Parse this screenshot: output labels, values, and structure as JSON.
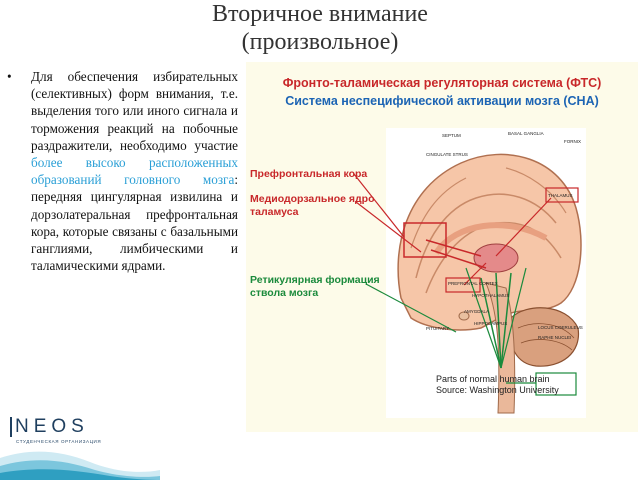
{
  "slide": {
    "title_line1": "Вторичное внимание",
    "title_line2": "(произвольное)",
    "bullet": "•",
    "text_before": "Для обеспечения избирательных (селективных) форм внимания, т.е. выделения того или иного сигнала и торможения реакций на побочные раздражители, необходимо участие ",
    "text_highlight": "более высоко расположенных образований головного мозга",
    "text_after": ": передняя цингулярная извилина и дорзолатеральная префронтальная кора, которые связаны с базальными ганглиями, лимбическими и таламическими ядрами.",
    "highlight_color": "#2a9fd6"
  },
  "figure": {
    "heading_1": "Фронто-таламическая регуляторная система (ФТС)",
    "heading_2": "Система неспецифической активации мозга (СНА)",
    "label_prefrontal": "Префронтальная кора",
    "label_mediodorsal": "Медиодорзальное ядро таламуса",
    "label_reticular": "Ретикулярная формация ствола мозга",
    "small_labels": {
      "septum": "SEPTUM",
      "basal_ganglia": "BASAL GANGLIA",
      "fornix": "FORNIX",
      "cingulate": "CINGULATE STRUS",
      "thalamus": "THALAMUS",
      "prefrontal_cortex": "PREFRONTAL CORTEX",
      "hypothalamus": "HYPOTHALAMUS",
      "amygdala": "AMYGDALA",
      "hippocampus": "HIPPOCAMPUS",
      "pituitary": "PITUITARY",
      "locus": "LOCUS COERULEUS",
      "raphe": "RAPHE NUCLEI"
    },
    "caption_line1": "Parts of normal human brain",
    "caption_line2": "Source: Washington University",
    "colors": {
      "red": "#c8282a",
      "blue": "#1c64b4",
      "green": "#1b8a3c"
    }
  },
  "logo": {
    "name": "NEOS",
    "subtitle": "СТУДЕНЧЕСКАЯ ОРГАНИЗАЦИЯ"
  }
}
